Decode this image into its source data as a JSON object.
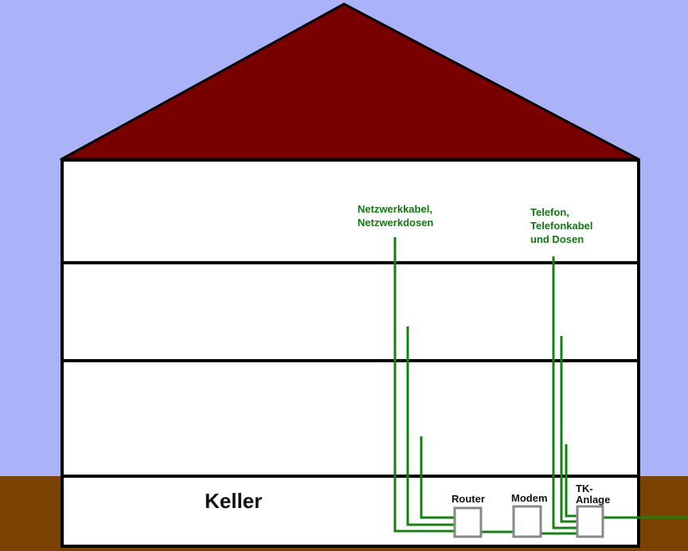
{
  "colors": {
    "sky": "#aab3f7",
    "roof": "#7a0000",
    "ground": "#7a4100",
    "wall": "#ffffff",
    "outline": "#000000",
    "cable": "#128212",
    "device": "#888888"
  },
  "floors": {
    "basement_label": "Keller"
  },
  "labels": {
    "network": "Netzwerkkabel,\nNetzwerkdosen",
    "phone": "Telefon,\nTelefonkabel\nund Dosen"
  },
  "devices": {
    "router": "Router",
    "modem": "Modem",
    "tk": "TK-\nAnlage"
  }
}
